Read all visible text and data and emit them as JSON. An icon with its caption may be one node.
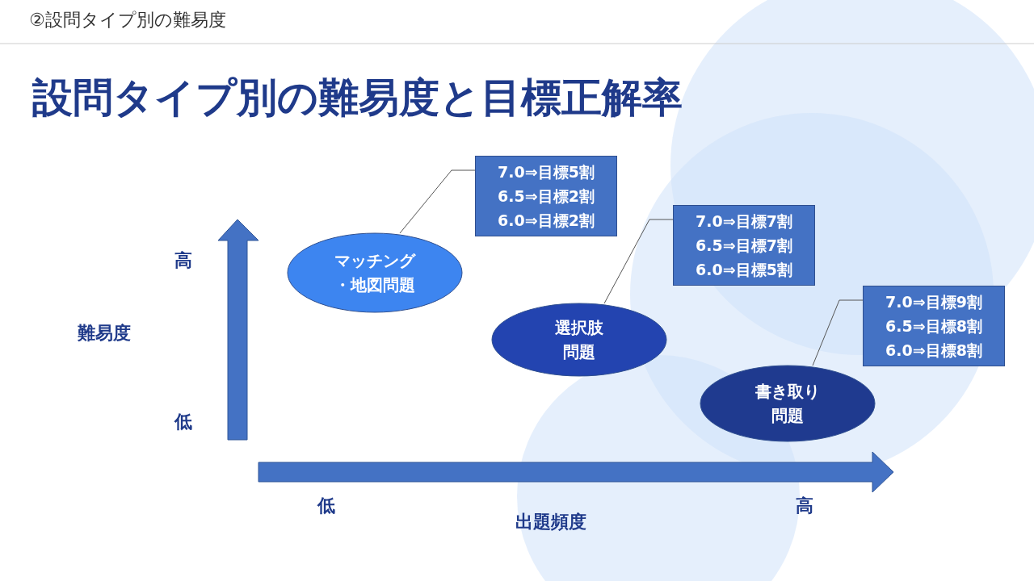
{
  "diagram": {
    "title": "設問タイプ別の難易度と目標正解率",
    "nodes": [
      {
        "text": [
          "マッチング・地図問題"
        ]
      },
      {
        "text": [
          "7.0⇒目標5割",
          "6.5⇒目標2割",
          "6.0⇒目標2割"
        ]
      },
      {
        "text": [
          "選択肢問題"
        ]
      },
      {
        "text": [
          "7.0⇒目標7割",
          "6.5⇒目標7割",
          "6.0⇒目標5割"
        ]
      },
      {
        "text": [
          "書き取り問題"
        ]
      },
      {
        "text": [
          "7.0⇒目標9割",
          "6.5⇒目標8割",
          "6.0⇒目標8割"
        ]
      }
    ],
    "edges": [
      {
        "from": 0,
        "to": 1,
        "arrow": "none"
      },
      {
        "from": 2,
        "to": 3,
        "arrow": "none"
      },
      {
        "from": 4,
        "to": 5,
        "arrow": "none"
      }
    ],
    "labels": [
      "②設問タイプ別の難易度",
      "高",
      "難易度",
      "低",
      "低",
      "出題頻度",
      "高"
    ]
  }
}
